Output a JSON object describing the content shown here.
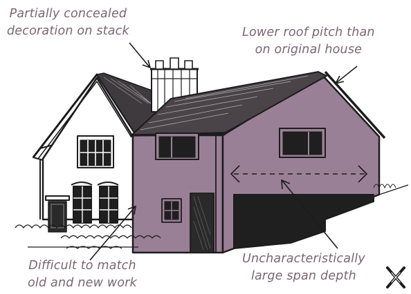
{
  "annotations": {
    "stack_decoration": [
      "Partially concealed",
      "decoration on stack"
    ],
    "roof_pitch": [
      "Lower roof pitch than",
      "on original house"
    ],
    "match_work": [
      "Difficult to match",
      "old and new work"
    ],
    "span_depth": [
      "Uncharacteristically",
      "large span depth"
    ]
  },
  "colors": {
    "extension_fill": "#9a8096",
    "annotation_text": "#7a6673",
    "ink": "#1c1c1c",
    "roof_fill": "#4a4448"
  },
  "icons": {
    "cross_mark": "cross-mark-icon"
  }
}
